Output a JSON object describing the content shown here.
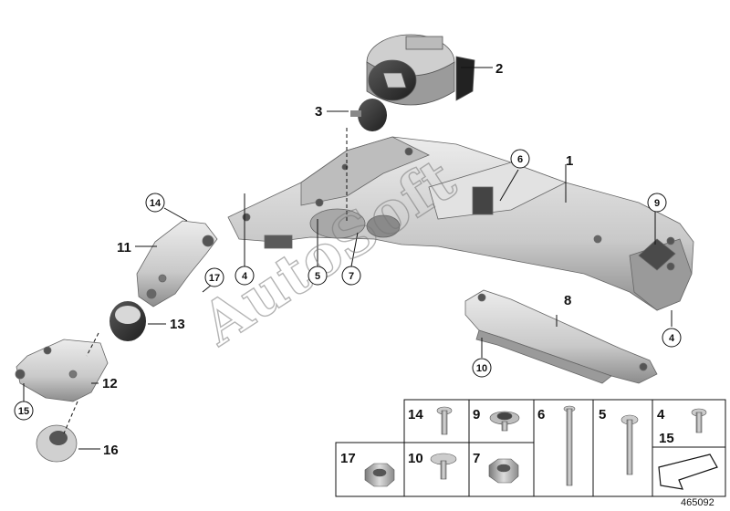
{
  "labels": {
    "l1": "1",
    "l2": "2",
    "l3": "3",
    "l4a": "4",
    "l4b": "4",
    "l5": "5",
    "l6": "6",
    "l7": "7",
    "l8": "8",
    "l9": "9",
    "l10": "10",
    "l11": "11",
    "l12": "12",
    "l13": "13",
    "l14": "14",
    "l15": "15",
    "l16": "16",
    "l17": "17"
  },
  "parts_table": {
    "row1": [
      "14",
      "9",
      "6",
      "5",
      "4"
    ],
    "row1b": "15",
    "row2": [
      "17",
      "10",
      "7"
    ]
  },
  "watermark": "AutoSoft",
  "diagram_ref": "465092",
  "colors": {
    "line": "#111111",
    "part_light": "#d9d9d9",
    "part_mid": "#b5b5b5",
    "part_dark": "#6e6e6e",
    "rubber": "#2e2e2e"
  }
}
